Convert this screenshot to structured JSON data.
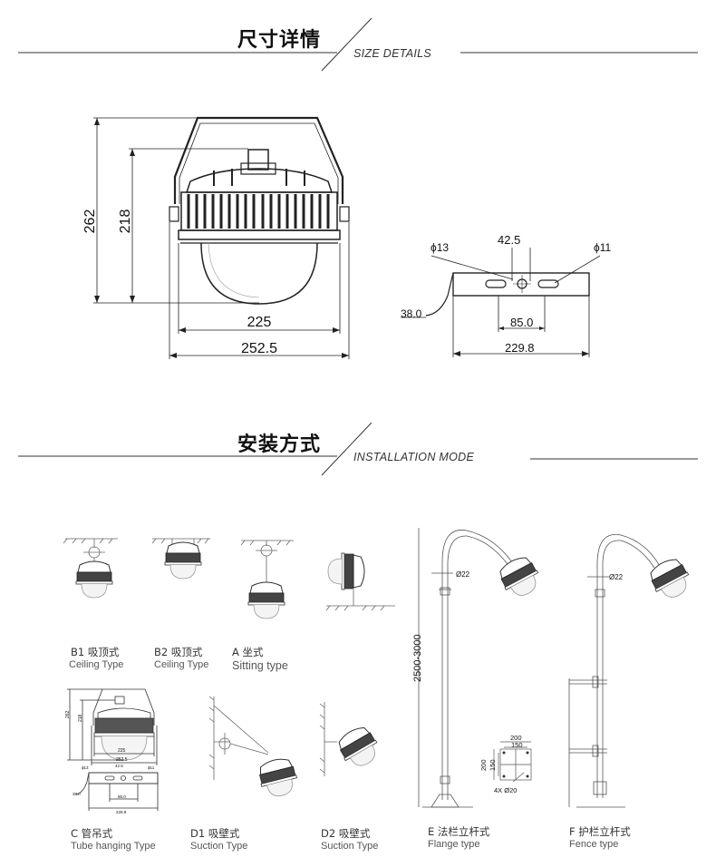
{
  "sections": {
    "size": {
      "title": "尺寸详情",
      "subtitle": "SIZE DETAILS"
    },
    "install": {
      "title": "安装方式",
      "subtitle": "INSTALLATION MODE"
    }
  },
  "main_dimensions": {
    "height_total": "262",
    "height_body": "218",
    "width_inner": "225",
    "width_outer": "252.5",
    "hole_small": "ϕ13",
    "hole_center": "42.5",
    "hole_slot": "ϕ11",
    "bracket_height": "38.0",
    "slot_span": "85.0",
    "bracket_length": "229.8"
  },
  "mini_dimensions": {
    "height_total": "262",
    "height_body": "218",
    "width_inner": "225",
    "width_outer": "252.5",
    "hole_small": "ϕ13",
    "hole_center": "42.5",
    "hole_slot": "ϕ11",
    "bracket_height": "38.0",
    "slot_span": "85.0",
    "bracket_length": "229.8"
  },
  "pole_dimensions": {
    "height_range": "2500-3000",
    "pipe_dia_e": "Ø22",
    "pipe_dia_f": "Ø22",
    "flange_w": "200",
    "flange_inner": "150",
    "flange_h": "200",
    "flange_h_inner": "150",
    "flange_holes": "4X Ø20"
  },
  "install_types": [
    {
      "cn": "B1 吸顶式",
      "en": "Ceiling  Type"
    },
    {
      "cn": "B2 吸顶式",
      "en": "Ceiling  Type"
    },
    {
      "cn": "A 坐式",
      "en": "Sitting type"
    },
    {
      "cn": "C 管吊式",
      "en": "Tube hanging Type"
    },
    {
      "cn": "D1 吸壁式",
      "en": "Suction Type"
    },
    {
      "cn": "D2 吸壁式",
      "en": "Suction Type"
    },
    {
      "cn": "E 法栏立杆式",
      "en": "Flange type"
    },
    {
      "cn": "F 护栏立杆式",
      "en": "Fence type"
    }
  ]
}
